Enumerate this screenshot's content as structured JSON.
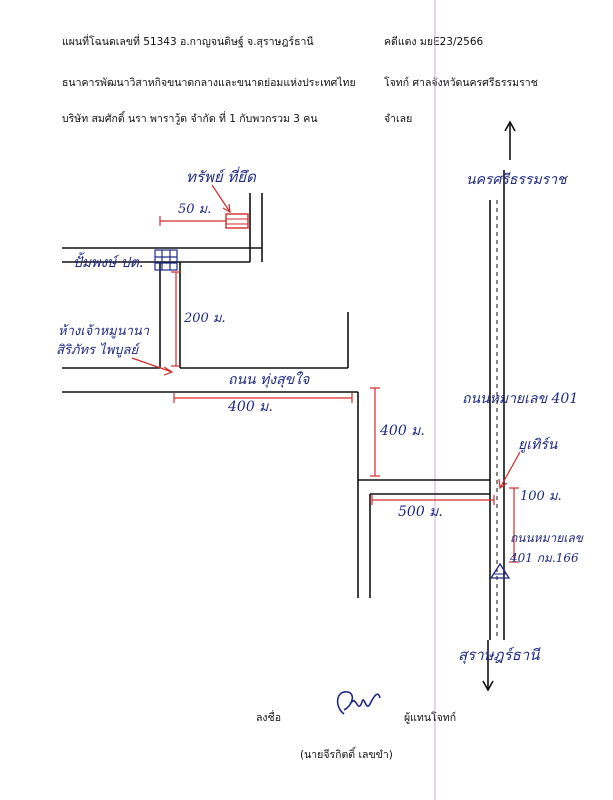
{
  "header": {
    "deed_line": "แผนที่โฉนดเลขที่ 51343  อ.กาญจนดิษฐ์  จ.สุราษฎร์ธานี",
    "case_no": "คดีแดง มยE23/2566",
    "plaintiff": "ธนาคารพัฒนาวิสาหกิจขนาดกลางและขนาดย่อมแห่งประเทศไทย",
    "court": "โจทก์ ศาลจังหวัดนครศรีธรรมราช",
    "defendant": "บริษัท สมศักดิ์ นรา พาราวู้ด จำกัด ที่ 1 กับพวกรวม 3 คน",
    "defendant_role": "จำเลย"
  },
  "map": {
    "seized_property": "ทรัพย์ ที่ยึด",
    "dist_50": "50 ม.",
    "gas_station": "ปั้มพงษ์ ปต.",
    "dist_200": "200 ม.",
    "shop": "ห้างเจ้าหมูนานา",
    "shop_line2": "สิริภัทร ไพบูลย์",
    "road_a": "ถนน ทุ่งสุขใจ",
    "dist_400a": "400 ม.",
    "dist_400b": "400 ม.",
    "highway_label": "ถนนหมายเลข 401",
    "intersection": "ยูเทิร์น",
    "dist_500": "500 ม.",
    "dist_100": "100 ม.",
    "km_marker": "ถนนหมายเลข",
    "km_marker2": "401 กม.166",
    "north_town": "นครศรีธรรมราช",
    "south_town": "สุราษฎร์ธานี"
  },
  "signature": {
    "sign_label": "ลงชื่อ",
    "role": "ผู้แทนโจทก์",
    "name": "(นายจีรกิตติ์  เลขขำ)"
  },
  "colors": {
    "ink_blue": "#1f2a86",
    "ink_red": "#d42a2a",
    "margin_line": "#c8a8e0",
    "road": "#111111"
  }
}
